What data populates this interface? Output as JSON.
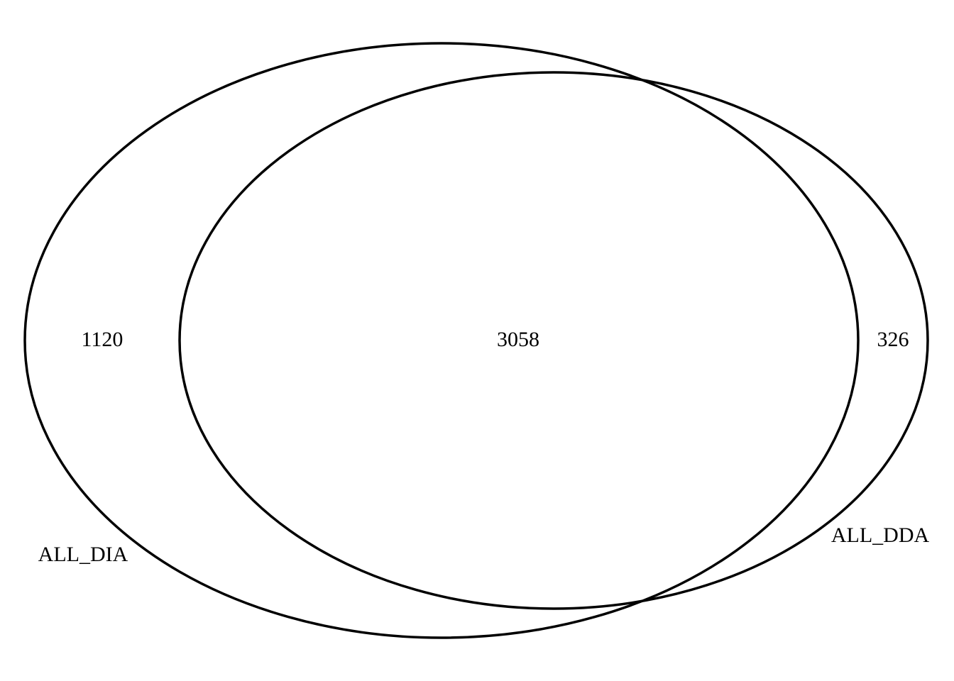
{
  "sets": [
    {
      "name": "ALL_DIA"
    },
    {
      "name": "ALL_DDA"
    }
  ],
  "regions": {
    "only_a": "1120",
    "both": "3058",
    "only_b": "326"
  },
  "colors": {
    "outline": "#000000",
    "background": "#ffffff"
  }
}
